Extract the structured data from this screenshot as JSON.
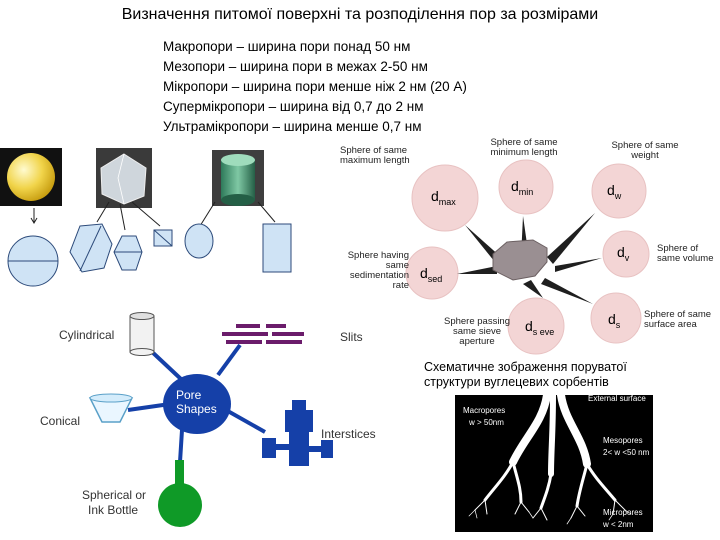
{
  "title": "Визначення питомої поверхні та розподілення пор за розмірами",
  "definitions": [
    "Макропори – ширина пори понад 50 нм",
    "Мезопори – ширина пори в межах 2-50 нм",
    "Мікропори – ширина пори менше ніж 2 нм (20 А)",
    "Супермікропори – ширина від 0,7 до 2 нм",
    "Ультрамікропори – ширина менше 0,7 нм"
  ],
  "spheres": {
    "max_length_label": "Sphere of same maximum length",
    "max_length_symbol": "d",
    "max_length_sub": "max",
    "min_length_label": "Sphere of same minimum length",
    "min_length_symbol": "d",
    "min_length_sub": "min",
    "weight_label": "Sphere of same weight",
    "weight_symbol": "d",
    "weight_sub": "w",
    "sedimentation_label": "Sphere having same sedimentation rate",
    "sedimentation_symbol": "d",
    "sedimentation_sub": "sed",
    "volume_label": "Sphere of same volume",
    "volume_symbol": "d",
    "volume_sub": "v",
    "sieve_label": "Sphere passing same sieve aperture",
    "sieve_symbol": "d",
    "sieve_sub": "s eve",
    "surface_label": "Sphere of same surface area",
    "surface_symbol": "d",
    "surface_sub": "s"
  },
  "pore_shapes": {
    "center_line1": "Pore",
    "center_line2": "Shapes",
    "cylindrical": "Cylindrical",
    "slits": "Slits",
    "conical": "Conical",
    "interstices": "Interstices",
    "spherical_line1": "Spherical or",
    "spherical_line2": "Ink Bottle"
  },
  "caption_line1": "Схематичне зображення поруватої",
  "caption_line2": "структури вуглецевих сорбентів",
  "pore_tree": {
    "macropores": "Macropores",
    "macro_width": "w > 50nm",
    "external_surface": "External surface",
    "mesopores": "Mesopores",
    "meso_width": "2< w <50 nm",
    "micropores": "Micropores",
    "micro_width": "w < 2nm"
  },
  "colors": {
    "accent_blue": "#1540a8",
    "slit_purple": "#6b1c6b",
    "green": "#0f9a27",
    "circle_pink": "#f3d5d5"
  }
}
